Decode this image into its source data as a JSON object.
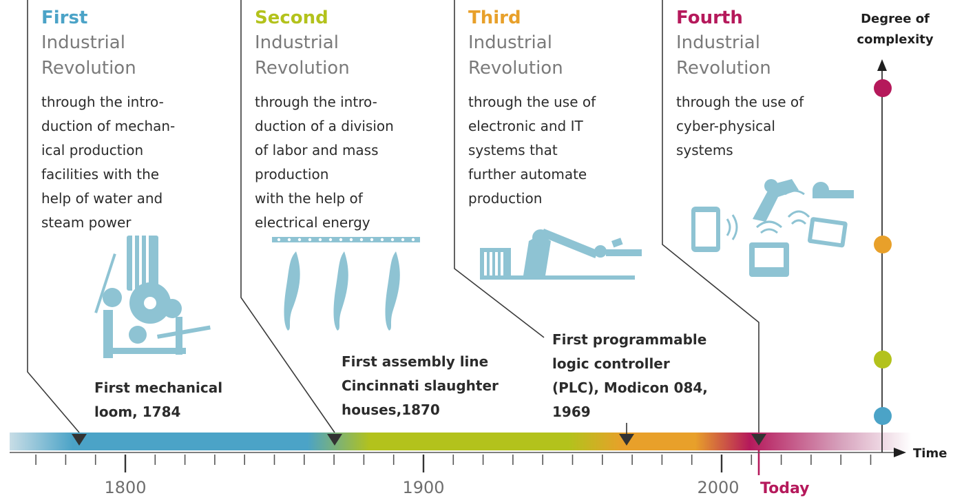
{
  "revolutions": [
    {
      "ordinal": "First",
      "title_line1": "Industrial",
      "title_line2": "Revolution",
      "color": "#4ba3c7",
      "description": [
        "through the intro-",
        "duction of mechan-",
        "ical production",
        "facilities with the",
        "help of water and",
        "steam power"
      ],
      "event": [
        "First mechanical",
        "loom, 1784"
      ],
      "icon": "mechanical-loom-icon"
    },
    {
      "ordinal": "Second",
      "title_line1": "Industrial",
      "title_line2": "Revolution",
      "color": "#b3c21c",
      "description": [
        "through the intro-",
        "duction of a division",
        "of labor and mass",
        "production",
        "with the help of",
        "electrical energy"
      ],
      "event": [
        "First assembly line",
        "Cincinnati slaughter",
        "houses,1870"
      ],
      "icon": "assembly-line-icon"
    },
    {
      "ordinal": "Third",
      "title_line1": "Industrial",
      "title_line2": "Revolution",
      "color": "#e8a02a",
      "description": [
        "through the use of",
        "electronic and IT",
        "systems that",
        "further automate",
        "production"
      ],
      "event": [
        "First programmable",
        "logic controller",
        "(PLC), Modicon 084,",
        "1969"
      ],
      "icon": "robot-arm-icon"
    },
    {
      "ordinal": "Fourth",
      "title_line1": "Industrial",
      "title_line2": "Revolution",
      "color": "#b5195b",
      "description": [
        "through the use of",
        "cyber-physical",
        "systems"
      ],
      "event": [],
      "icon": "cyber-physical-devices-icon"
    }
  ],
  "axis": {
    "y_label": [
      "Degree of",
      "complexity"
    ],
    "x_label": "Time",
    "ticks": [
      "1800",
      "1900",
      "2000"
    ],
    "today_label": "Today",
    "today_color": "#b5195b",
    "gradient_colors": [
      "#4ba3c7",
      "#b3c21c",
      "#e8a02a",
      "#b5195b"
    ]
  },
  "complexity_dots": [
    {
      "color": "#b5195b"
    },
    {
      "color": "#e8a02a"
    },
    {
      "color": "#b3c21c"
    },
    {
      "color": "#4ba3c7"
    }
  ]
}
